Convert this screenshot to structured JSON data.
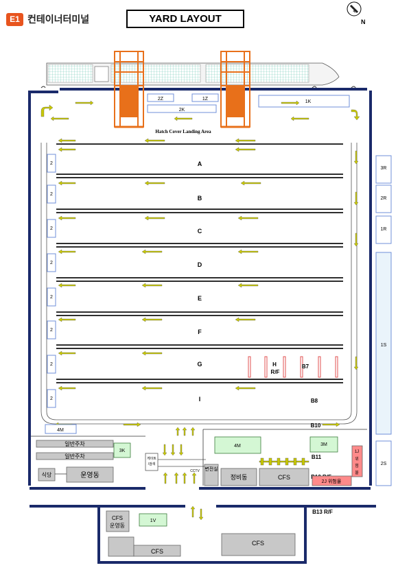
{
  "header": {
    "logo_mark": "E1",
    "logo_text": "컨테이너터미널",
    "title": "YARD LAYOUT",
    "compass_label": "N"
  },
  "berth": {
    "slots": [
      "2Z",
      "1Z",
      "2K",
      "1K"
    ],
    "landing_area": "Hatch Cover Landing Area"
  },
  "blocks": [
    "A",
    "B",
    "C",
    "D",
    "E",
    "F",
    "G",
    "I"
  ],
  "left_markers": [
    "2",
    "2",
    "2",
    "2",
    "2",
    "2",
    "2",
    "2"
  ],
  "right_zones": [
    "3R",
    "2R",
    "1R",
    "1S",
    "2S"
  ],
  "reefer": {
    "label_top": "H",
    "label_bottom": "R/F",
    "b7": "B7"
  },
  "yard_labels": {
    "b8": "B8",
    "b10": "B10",
    "b11": "B11",
    "b12": "B12 R/F",
    "b13": "B13 R/F"
  },
  "areas": {
    "m4_left": "4M",
    "m4_mid": "4M",
    "m3": "3M",
    "k3": "3K",
    "v1": "1V",
    "parking1": "일반주차",
    "parking2": "일반주차",
    "canteen": "식당",
    "ops": "운영동",
    "gate_line1": "게이트",
    "gate_line2": "/검색",
    "cctv": "CCTV",
    "substation": "변전실",
    "maintenance": "정비동",
    "cfs_main": "CFS",
    "cfs_ops_line1": "CFS",
    "cfs_ops_line2": "운영동",
    "cfs_lower_left": "CFS",
    "cfs_lower_right": "CFS",
    "hazard_2j": "2J  위험물",
    "hazard_1j_line1": "1J",
    "hazard_1j_line2": "위",
    "hazard_1j_line3": "험",
    "hazard_1j_line4": "물"
  },
  "colors": {
    "crane": "#e8701a",
    "ship_grid": "#7fd4c0",
    "arrow": "#c8c800",
    "area_green": "#d4f7d4",
    "hazard": "#ff8a8a",
    "building_gray": "#c8c8c8",
    "slot_border": "#6f8fd8",
    "reefer_bar": "#e05050",
    "zone_fill": "#eaf4fb"
  }
}
